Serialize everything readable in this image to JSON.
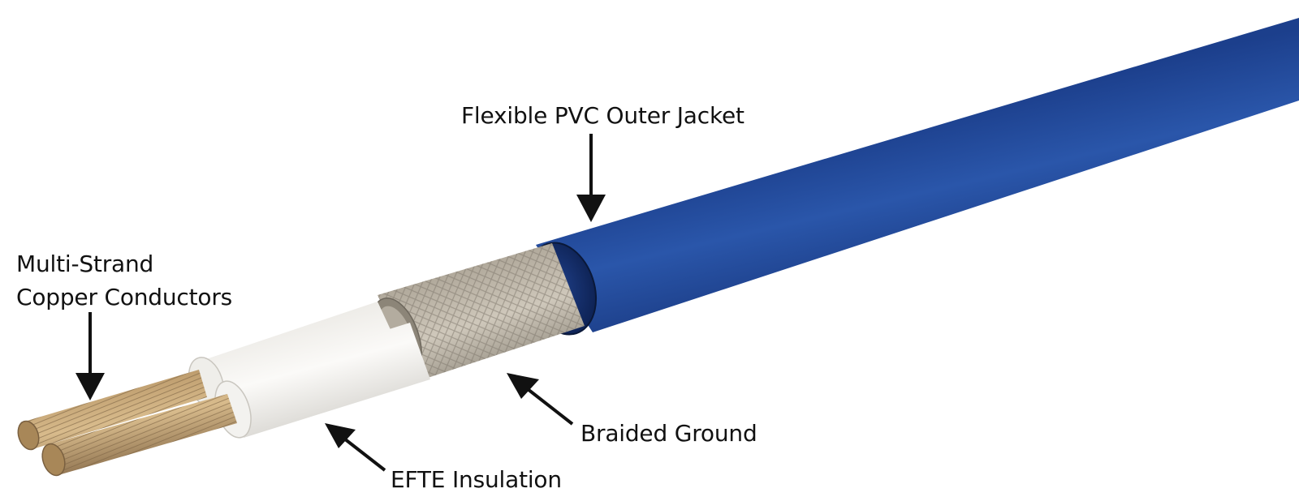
{
  "labels": {
    "jacket": "Flexible PVC Outer Jacket",
    "copper_line1": "Multi-Strand",
    "copper_line2": "Copper Conductors",
    "braid": "Braided Ground",
    "insulation": "EFTE Insulation"
  },
  "colors": {
    "jacket": "#1f4594",
    "jacket_dark": "#0d2150",
    "braid": "#c4bcae",
    "insulation": "#f4f3f0",
    "copper": "#c9a97c",
    "text": "#111111",
    "arrow": "#111111"
  }
}
